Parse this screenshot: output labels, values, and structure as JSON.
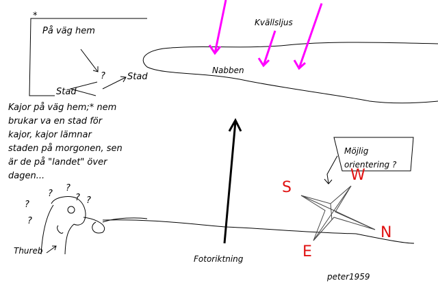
{
  "inset": {
    "title": "På väg hem",
    "question": "?",
    "stad_right": "Stad",
    "stad_left": "Stad",
    "asterisk": "*"
  },
  "note": "Kajor på väg hem;* nem\nbrukar va en stad för\nkajor, kajor lämnar\nstaden på morgonen, sen\när de på \"landet\" över\ndagen...",
  "labels": {
    "light": "Kvällsljus",
    "place": "Nabben",
    "photo_direction": "Fotoriktning",
    "person": "Thureb",
    "signature": "peter1959"
  },
  "question_marks": [
    "?",
    "?",
    "?",
    "?",
    "?",
    "?"
  ],
  "orientation_box": {
    "line1": "Möjlig",
    "line2": "orientering ?"
  },
  "compass": {
    "s": "S",
    "w": "W",
    "n": "N",
    "e": "E"
  },
  "colors": {
    "light_arrows": "#ff00ff",
    "compass_letters": "#e01010"
  }
}
